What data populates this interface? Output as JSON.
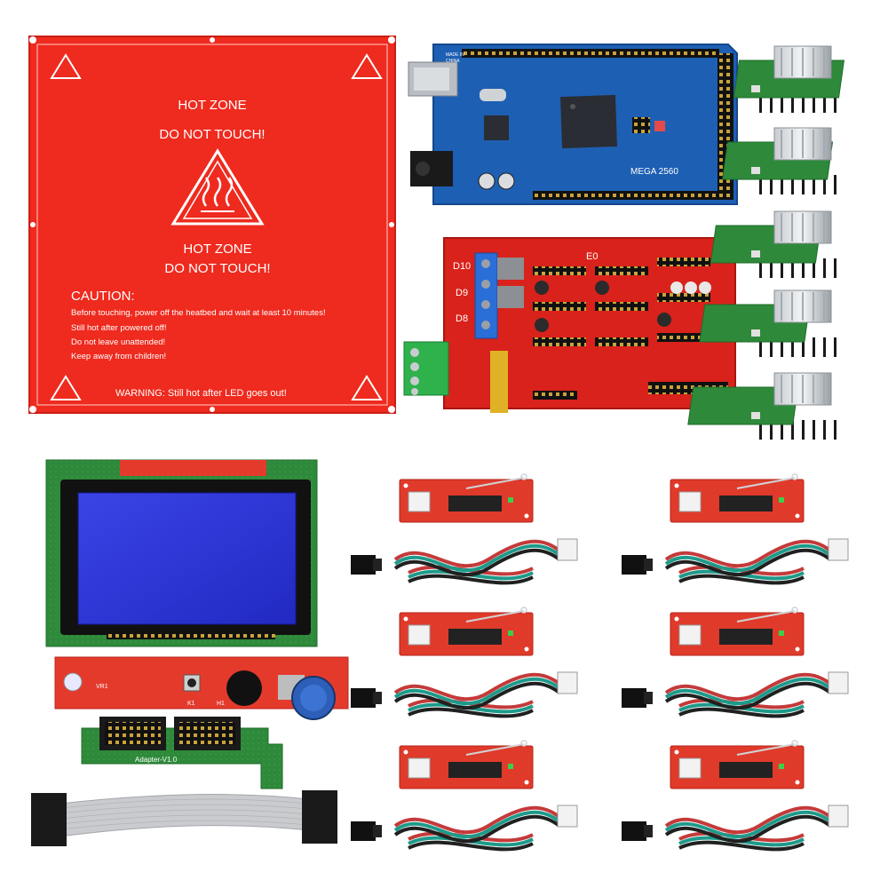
{
  "heatbed": {
    "hot_zone_1": "HOT ZONE",
    "do_not_touch_1": "DO NOT TOUCH!",
    "hot_zone_2": "HOT ZONE",
    "do_not_touch_2": "DO NOT TOUCH!",
    "caution_title": "CAUTION:",
    "caution_lines": [
      "Before touching, power off the heatbed and wait at least 10 minutes!",
      "Still hot after powered off!",
      "Do not leave unattended!",
      "Keep away from children!"
    ],
    "warning": "WARNING: Still hot after LED goes out!",
    "color": "#ef2a1e"
  },
  "mega": {
    "label": "MEGA 2560",
    "made_in": "MADE IN",
    "country": "CHINA",
    "color": "#1d5fb3"
  },
  "ramps": {
    "pins": [
      "D10",
      "D9",
      "D8"
    ],
    "e0": "E0",
    "color": "#d9221b"
  },
  "lcd": {
    "screen_color": "#2c35d6",
    "vr_label": "VR1",
    "k1_label": "K1",
    "h1_label": "H1"
  },
  "adapter": {
    "label": "Adapter-V1.0"
  },
  "drivers_count": 5,
  "endstops_count": 6
}
